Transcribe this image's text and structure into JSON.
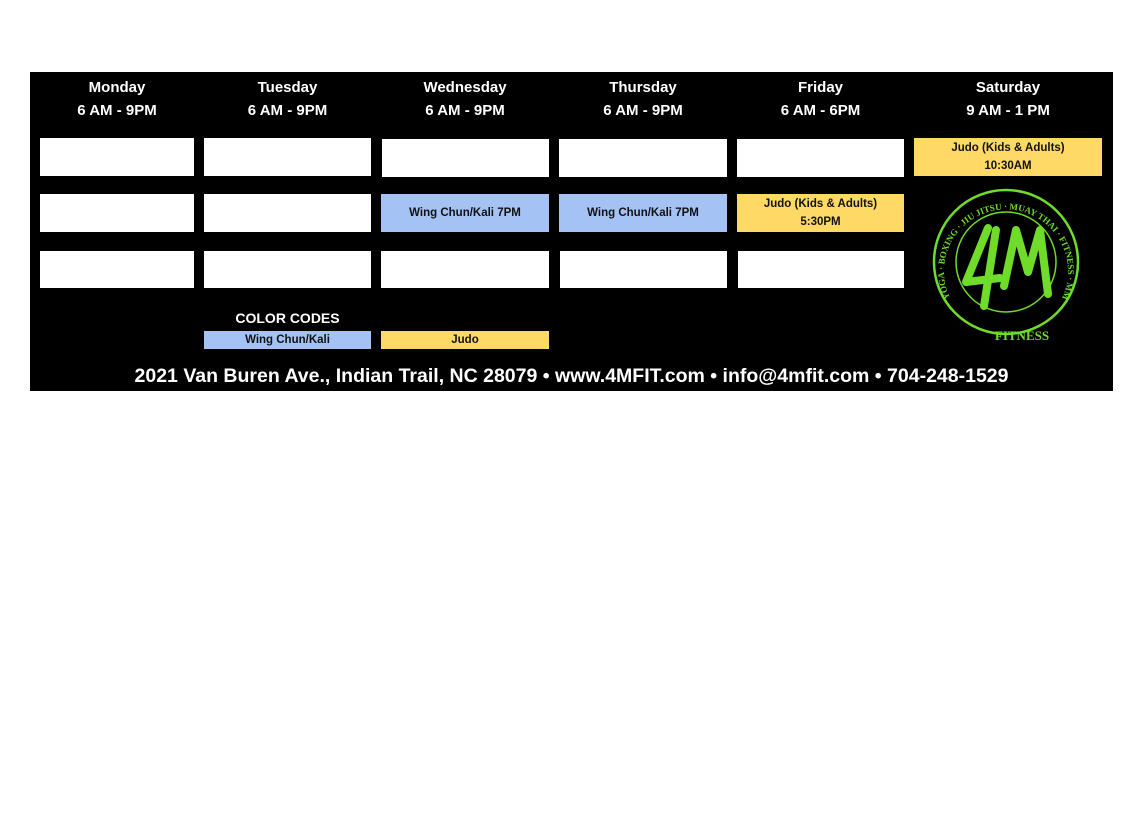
{
  "days": [
    {
      "name": "Monday",
      "hours": "6 AM - 9PM"
    },
    {
      "name": "Tuesday",
      "hours": "6 AM - 9PM"
    },
    {
      "name": "Wednesday",
      "hours": "6 AM - 9PM"
    },
    {
      "name": "Thursday",
      "hours": "6 AM - 9PM"
    },
    {
      "name": "Friday",
      "hours": "6 AM - 6PM"
    },
    {
      "name": "Saturday",
      "hours": "9 AM - 1 PM"
    }
  ],
  "classes": {
    "wed_wing": "Wing Chun/Kali 7PM",
    "thu_wing": "Wing Chun/Kali 7PM",
    "fri_judo_title": "Judo (Kids & Adults)",
    "fri_judo_time": "5:30PM",
    "sat_judo_title": "Judo (Kids & Adults)",
    "sat_judo_time": "10:30AM"
  },
  "legend": {
    "title": "COLOR CODES",
    "items": [
      {
        "label": "Wing Chun/Kali",
        "color": "#a4c2f4"
      },
      {
        "label": "Judo",
        "color": "#ffd966"
      }
    ]
  },
  "logo": {
    "main": "4M",
    "sub": "FITNESS",
    "ring": "YOGA · BOXING · JIU JITSU · MUAY THAI · FITNESS · MMA",
    "color": "#6fdc2a"
  },
  "footer": "2021 Van Buren Ave., Indian Trail, NC 28079 • www.4MFIT.com • info@4mfit.com • 704-248-1529"
}
